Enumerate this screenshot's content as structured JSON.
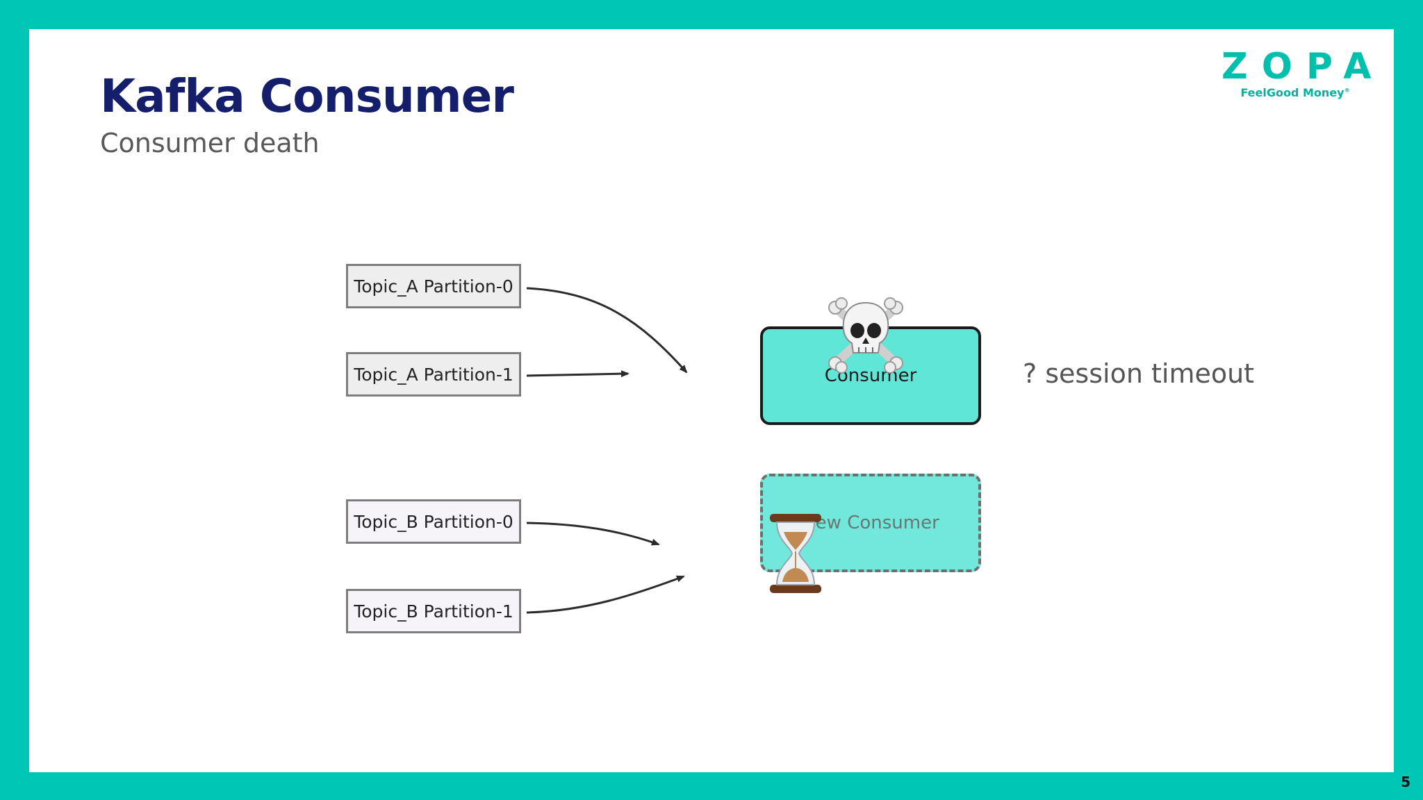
{
  "title": "Kafka Consumer",
  "subtitle": "Consumer death",
  "logo": {
    "wordmark": "ZOPA",
    "tagline": "FeelGood Money",
    "trademark": "®",
    "color": "#00c0ad"
  },
  "partitions": [
    {
      "label": "Topic_A Partition-0"
    },
    {
      "label": "Topic_A Partition-1"
    },
    {
      "label": "Topic_B Partition-0"
    },
    {
      "label": "Topic_B Partition-1"
    }
  ],
  "consumer": {
    "label": "Consumer",
    "icon": "skull-and-crossbones-icon",
    "color": "#5fe6d6"
  },
  "new_consumer": {
    "label": "New Consumer",
    "icon": "hourglass-icon",
    "color": "#72e8dc"
  },
  "note": "? session timeout",
  "page_number": "5",
  "colors": {
    "background": "#00c7b5",
    "title": "#151e6b"
  }
}
